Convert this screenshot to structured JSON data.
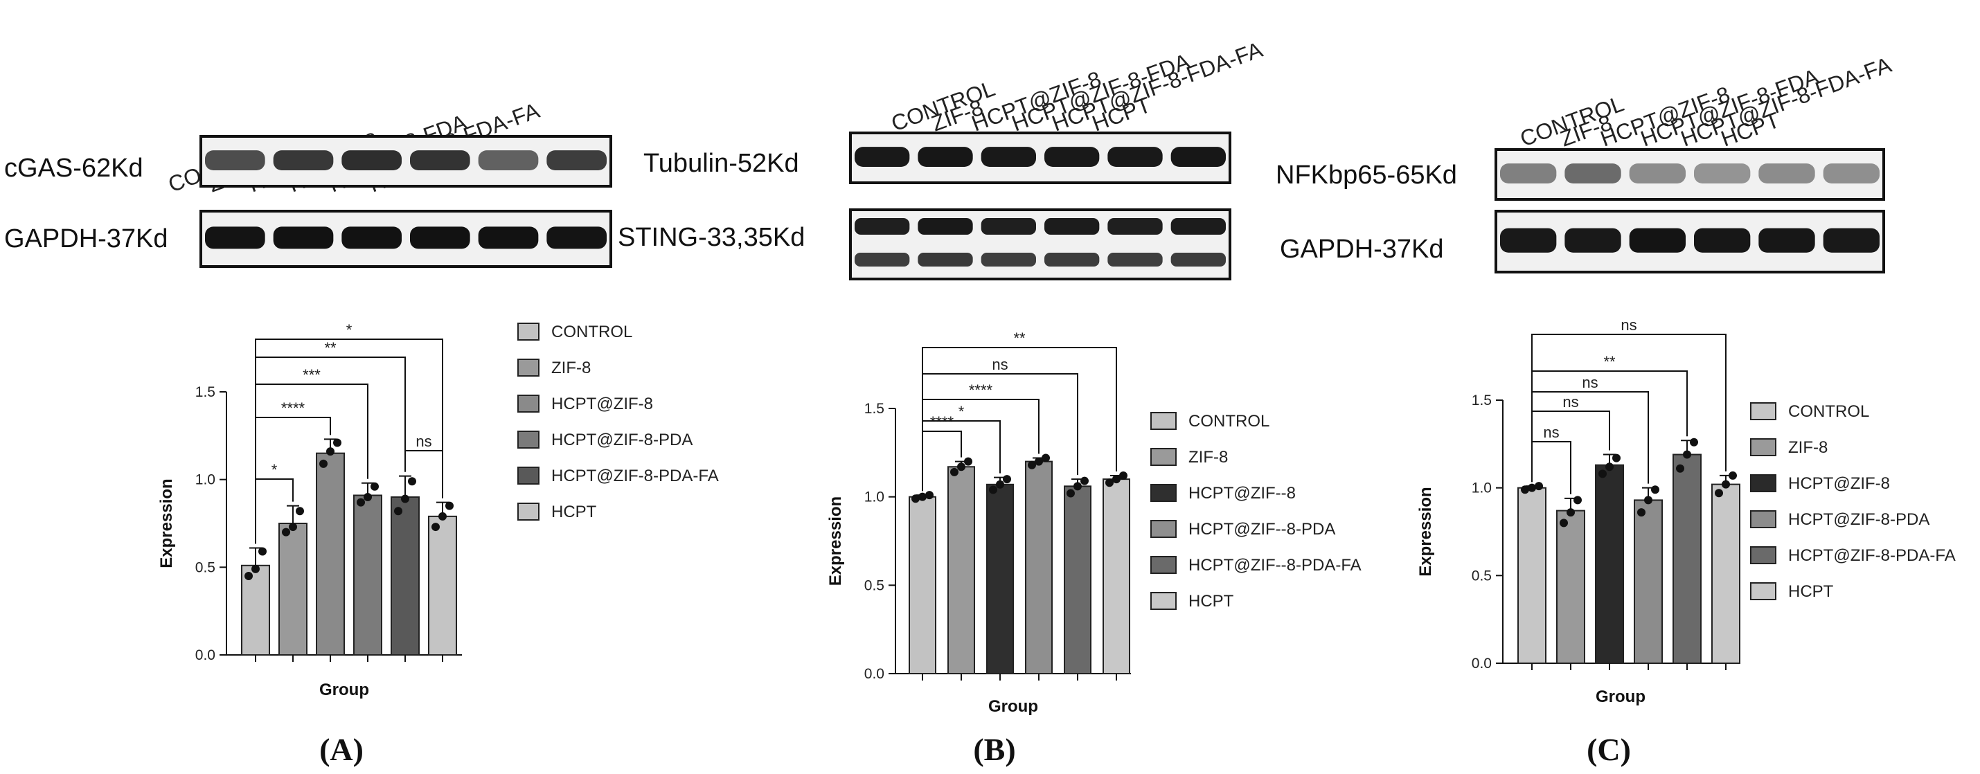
{
  "panels": [
    {
      "letter": "(A)",
      "blot": {
        "lanes": [
          "CONTROL",
          "ZIF-8",
          "HCPT@ZIF-8",
          "HCPT@ZIF-8-FDA",
          "HCPT@ZIF-8-FDA-FA",
          "HCPT"
        ],
        "bands": [
          {
            "label": "cGAS-62Kd",
            "intensity": [
              0.7,
              0.78,
              0.82,
              0.8,
              0.62,
              0.76
            ],
            "double": false
          },
          {
            "label": "GAPDH-37Kd",
            "intensity": [
              0.92,
              0.93,
              0.93,
              0.93,
              0.93,
              0.92
            ],
            "double": false
          }
        ]
      },
      "legend": [
        "CONTROL",
        "ZIF-8",
        "HCPT@ZIF-8",
        "HCPT@ZIF-8-PDA",
        "HCPT@ZIF-8-PDA-FA",
        "HCPT"
      ],
      "colors": [
        "#c2c2c2",
        "#9a9a9a",
        "#8a8a8a",
        "#7b7b7b",
        "#595959",
        "#c4c4c4"
      ]
    },
    {
      "letter": "(B)",
      "blot": {
        "lanes": [
          "CONTROL",
          "ZIF-8",
          "HCPT@ZIF-8",
          "HCPT@ZIF-8-FDA",
          "HCPT@ZIF-8-FDA-FA",
          "HCPT"
        ],
        "bands": [
          {
            "label": "Tubulin-52Kd",
            "intensity": [
              0.9,
              0.91,
              0.9,
              0.9,
              0.9,
              0.91
            ],
            "double": false
          },
          {
            "label": "STING-33,35Kd",
            "intensity": [
              0.88,
              0.9,
              0.88,
              0.89,
              0.88,
              0.89
            ],
            "double": true
          }
        ]
      },
      "legend": [
        "CONTROL",
        "ZIF-8",
        "HCPT@ZIF--8",
        "HCPT@ZIF--8-PDA",
        "HCPT@ZIF--8-PDA-FA",
        "HCPT"
      ],
      "colors": [
        "#c2c2c2",
        "#9a9a9a",
        "#2f2f2f",
        "#8f8f8f",
        "#6a6a6a",
        "#c8c8c8"
      ]
    },
    {
      "letter": "(C)",
      "blot": {
        "lanes": [
          "CONTROL",
          "ZIF-8",
          "HCPT@ZIF-8",
          "HCPT@ZIF-8-FDA",
          "HCPT@ZIF-8-FDA-FA",
          "HCPT"
        ],
        "bands": [
          {
            "label": "NFKbp65-65Kd",
            "intensity": [
              0.5,
              0.58,
              0.45,
              0.42,
              0.45,
              0.44
            ],
            "double": false
          },
          {
            "label": "GAPDH-37Kd",
            "intensity": [
              0.9,
              0.9,
              0.92,
              0.91,
              0.91,
              0.9
            ],
            "double": false
          }
        ]
      },
      "legend": [
        "CONTROL",
        "ZIF-8",
        "HCPT@ZIF-8",
        "HCPT@ZIF-8-PDA",
        "HCPT@ZIF-8-PDA-FA",
        "HCPT"
      ],
      "colors": [
        "#c6c6c6",
        "#9a9a9a",
        "#2a2a2a",
        "#8c8c8c",
        "#6a6a6a",
        "#c8c8c8"
      ]
    }
  ],
  "chart_data": [
    {
      "type": "bar",
      "xlabel": "Group",
      "ylabel": "Expression",
      "ylim": [
        0,
        1.5
      ],
      "yticks": [
        "0.0",
        "0.5",
        "1.0",
        "1.5"
      ],
      "categories": [
        "CONTROL",
        "ZIF-8",
        "HCPT@ZIF-8",
        "HCPT@ZIF-8-PDA",
        "HCPT@ZIF-8-PDA-FA",
        "HCPT"
      ],
      "values": [
        0.51,
        0.75,
        1.15,
        0.91,
        0.9,
        0.79
      ],
      "errors": [
        0.1,
        0.1,
        0.08,
        0.07,
        0.12,
        0.08
      ],
      "points": [
        [
          0.45,
          0.49,
          0.59
        ],
        [
          0.7,
          0.73,
          0.82
        ],
        [
          1.09,
          1.16,
          1.21
        ],
        [
          0.87,
          0.9,
          0.96
        ],
        [
          0.82,
          0.89,
          0.99
        ],
        [
          0.73,
          0.79,
          0.85
        ]
      ],
      "significance": [
        {
          "from": 0,
          "to": 1,
          "label": "*"
        },
        {
          "from": 0,
          "to": 2,
          "label": "****"
        },
        {
          "from": 0,
          "to": 3,
          "label": "***"
        },
        {
          "from": 0,
          "to": 4,
          "label": "**"
        },
        {
          "from": 0,
          "to": 5,
          "label": "*"
        },
        {
          "from": 4,
          "to": 5,
          "label": "ns"
        }
      ],
      "legend_position": "right"
    },
    {
      "type": "bar",
      "xlabel": "Group",
      "ylabel": "Expression",
      "ylim": [
        0,
        1.5
      ],
      "yticks": [
        "0.0",
        "0.5",
        "1.0",
        "1.5"
      ],
      "categories": [
        "CONTROL",
        "ZIF-8",
        "HCPT@ZIF--8",
        "HCPT@ZIF--8-PDA",
        "HCPT@ZIF--8-PDA-FA",
        "HCPT"
      ],
      "values": [
        1.0,
        1.17,
        1.07,
        1.2,
        1.06,
        1.1
      ],
      "errors": [
        0.01,
        0.03,
        0.04,
        0.02,
        0.04,
        0.02
      ],
      "points": [
        [
          0.99,
          1.0,
          1.01
        ],
        [
          1.14,
          1.17,
          1.2
        ],
        [
          1.04,
          1.07,
          1.1
        ],
        [
          1.18,
          1.2,
          1.22
        ],
        [
          1.02,
          1.06,
          1.09
        ],
        [
          1.08,
          1.1,
          1.12
        ]
      ],
      "significance": [
        {
          "from": 0,
          "to": 1,
          "label": "****"
        },
        {
          "from": 0,
          "to": 2,
          "label": "*"
        },
        {
          "from": 0,
          "to": 3,
          "label": "****"
        },
        {
          "from": 0,
          "to": 4,
          "label": "ns"
        },
        {
          "from": 0,
          "to": 5,
          "label": "**"
        }
      ],
      "legend_position": "right"
    },
    {
      "type": "bar",
      "xlabel": "Group",
      "ylabel": "Expression",
      "ylim": [
        0,
        1.5
      ],
      "yticks": [
        "0.0",
        "0.5",
        "1.0",
        "1.5"
      ],
      "categories": [
        "CONTROL",
        "ZIF-8",
        "HCPT@ZIF-8",
        "HCPT@ZIF-8-PDA",
        "HCPT@ZIF-8-PDA-FA",
        "HCPT"
      ],
      "values": [
        1.0,
        0.87,
        1.13,
        0.93,
        1.19,
        1.02
      ],
      "errors": [
        0.01,
        0.07,
        0.06,
        0.07,
        0.08,
        0.05
      ],
      "points": [
        [
          0.99,
          1.0,
          1.01
        ],
        [
          0.8,
          0.86,
          0.93
        ],
        [
          1.08,
          1.12,
          1.17
        ],
        [
          0.86,
          0.93,
          0.99
        ],
        [
          1.11,
          1.19,
          1.26
        ],
        [
          0.97,
          1.02,
          1.07
        ]
      ],
      "significance": [
        {
          "from": 0,
          "to": 1,
          "label": "ns"
        },
        {
          "from": 0,
          "to": 2,
          "label": "ns"
        },
        {
          "from": 0,
          "to": 3,
          "label": "ns"
        },
        {
          "from": 0,
          "to": 4,
          "label": "**"
        },
        {
          "from": 0,
          "to": 5,
          "label": "ns"
        }
      ],
      "legend_position": "right"
    }
  ]
}
